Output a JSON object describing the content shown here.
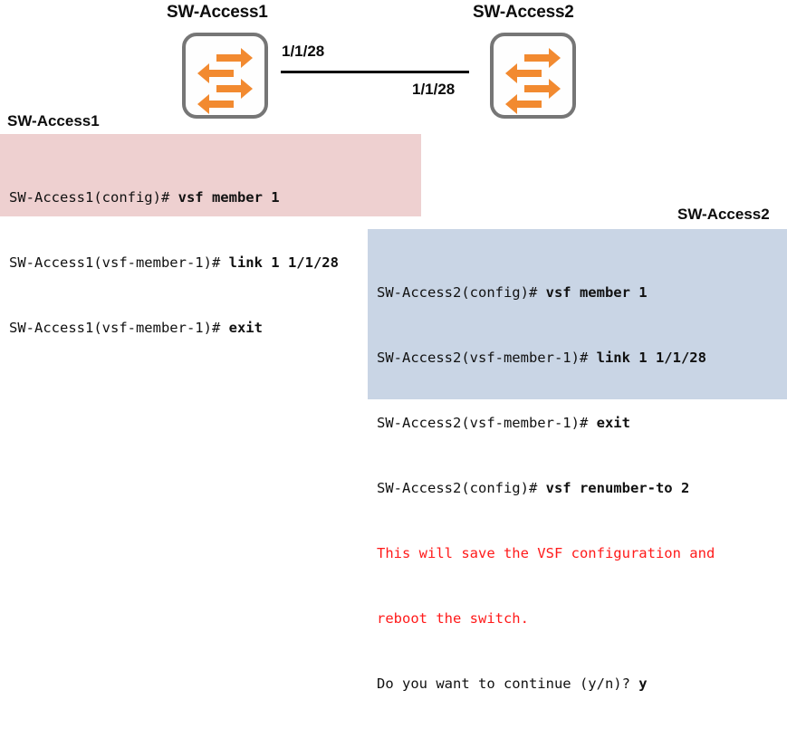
{
  "diagram": {
    "nodes": [
      {
        "id": "sw1",
        "label": "SW-Access1",
        "icon": "network-switch-icon"
      },
      {
        "id": "sw2",
        "label": "SW-Access2",
        "icon": "network-switch-icon"
      }
    ],
    "link": {
      "label_left": "1/1/28",
      "label_right": "1/1/28",
      "color": "#0a0a0a"
    }
  },
  "cli_blocks": [
    {
      "caption": "SW-Access1",
      "background": "#eed0d0",
      "lines": [
        {
          "prompt": "SW-Access1(config)# ",
          "command": "vsf member 1",
          "color": "#111111"
        },
        {
          "prompt": "SW-Access1(vsf-member-1)# ",
          "command": "link 1 1/1/28",
          "color": "#111111"
        },
        {
          "prompt": "SW-Access1(vsf-member-1)# ",
          "command": "exit",
          "color": "#111111"
        }
      ]
    },
    {
      "caption": "SW-Access2",
      "background": "#c9d5e5",
      "lines": [
        {
          "prompt": "SW-Access2(config)# ",
          "command": "vsf member 1",
          "color": "#111111"
        },
        {
          "prompt": "SW-Access2(vsf-member-1)# ",
          "command": "link 1 1/1/28",
          "color": "#111111"
        },
        {
          "prompt": "SW-Access2(vsf-member-1)# ",
          "command": "exit",
          "color": "#111111"
        },
        {
          "prompt": "SW-Access2(config)# ",
          "command": "vsf renumber-to 2",
          "color": "#111111"
        },
        {
          "prompt": "This will save the VSF configuration and",
          "command": "",
          "color": "#ff1a1a"
        },
        {
          "prompt": "reboot the switch.",
          "command": "",
          "color": "#ff1a1a"
        },
        {
          "prompt": "Do you want to continue (y/n)? ",
          "command": "y",
          "color": "#111111"
        }
      ]
    }
  ],
  "colors": {
    "switch_arrow": "#f28a30",
    "switch_border": "#767676",
    "pink_panel": "#eed0d0",
    "blue_panel": "#c9d5e5",
    "warning_red": "#ff1a1a"
  }
}
